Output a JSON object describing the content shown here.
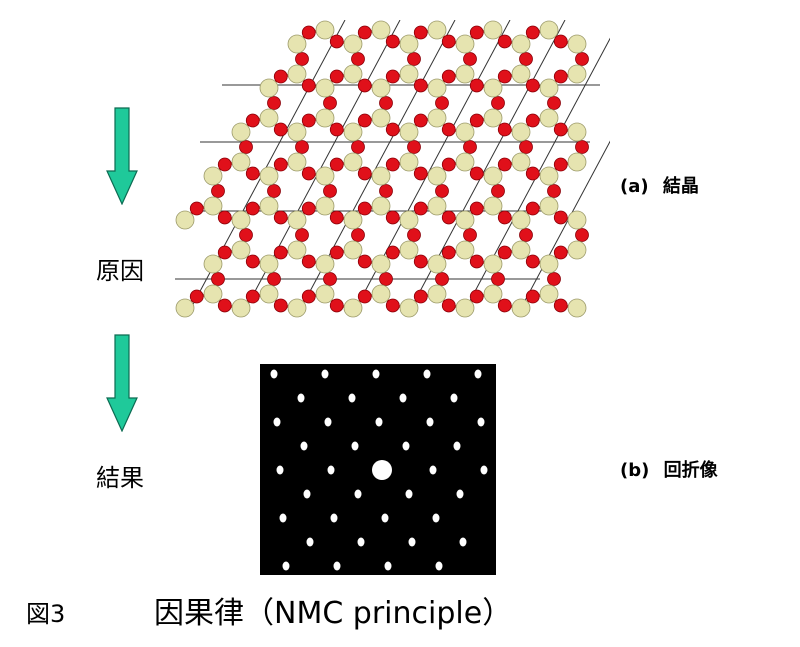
{
  "left_labels": {
    "cause": "原因",
    "effect": "結果"
  },
  "panels": {
    "a_letter": "(a)",
    "a_text": "結晶",
    "b_letter": "(b)",
    "b_text": "回折像"
  },
  "caption": {
    "fig_no": "図3",
    "title": "因果律（NMC principle）"
  },
  "colors": {
    "arrow": "#1fc99a",
    "oxygen": "#e0101a",
    "silicon": "#e6e4b0",
    "background": "#ffffff"
  }
}
